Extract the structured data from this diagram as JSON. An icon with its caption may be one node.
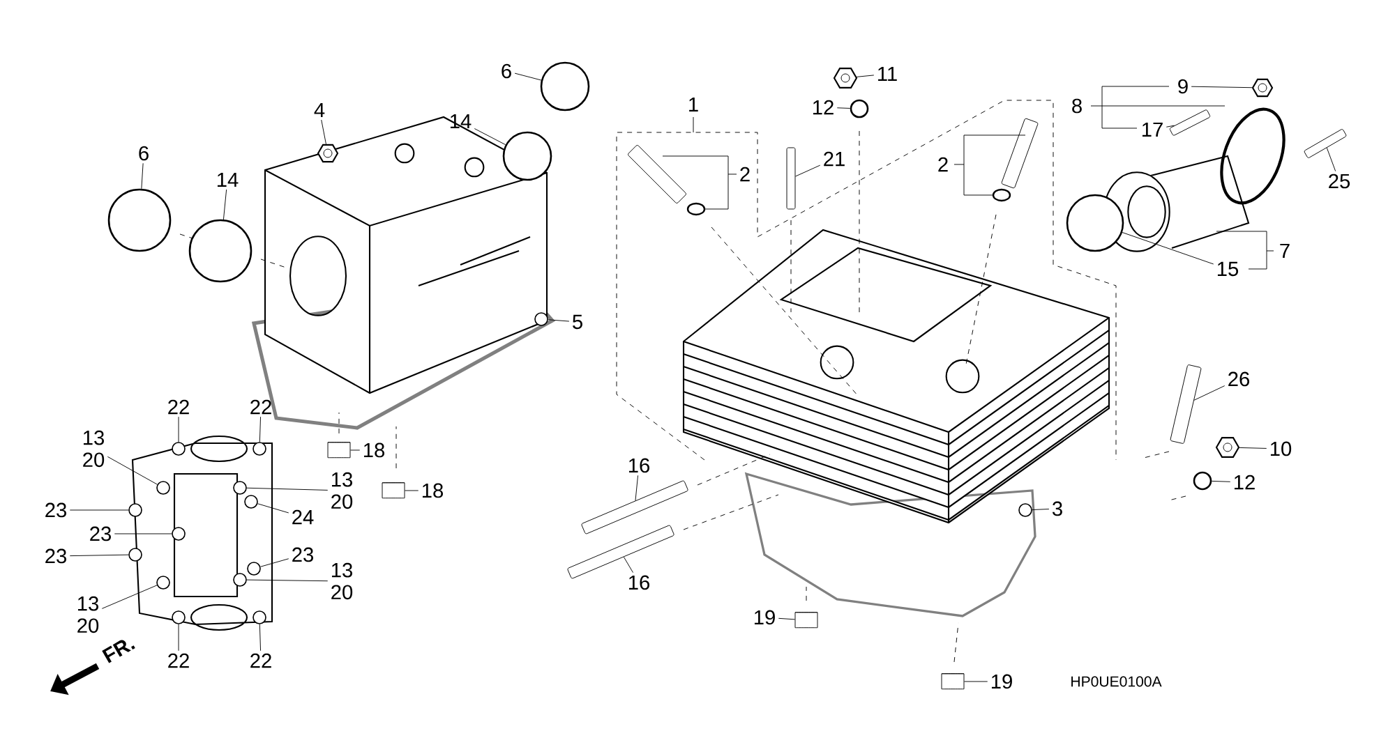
{
  "diagram": {
    "nodes": [
      {
        "text": [
          "6"
        ]
      },
      {
        "text": [
          "14"
        ]
      },
      {
        "text": [
          "4"
        ]
      },
      {
        "text": [
          "6"
        ]
      },
      {
        "text": [
          "14"
        ]
      },
      {
        "text": [
          "5"
        ]
      },
      {
        "text": [
          "18"
        ]
      },
      {
        "text": [
          "18"
        ]
      },
      {
        "text": [
          "22"
        ]
      },
      {
        "text": [
          "22"
        ]
      },
      {
        "text": [
          "13",
          "20"
        ]
      },
      {
        "text": [
          "23"
        ]
      },
      {
        "text": [
          "23"
        ]
      },
      {
        "text": [
          "23"
        ]
      },
      {
        "text": [
          "13",
          "20"
        ]
      },
      {
        "text": [
          "24"
        ]
      },
      {
        "text": [
          "23"
        ]
      },
      {
        "text": [
          "13",
          "20"
        ]
      },
      {
        "text": [
          "13",
          "20"
        ]
      },
      {
        "text": [
          "22"
        ]
      },
      {
        "text": [
          "22"
        ]
      },
      {
        "text": [
          "11"
        ]
      },
      {
        "text": [
          "12"
        ]
      },
      {
        "text": [
          "21"
        ]
      },
      {
        "text": [
          "9"
        ]
      },
      {
        "text": [
          "17"
        ]
      },
      {
        "text": [
          "25"
        ]
      },
      {
        "text": [
          "15"
        ]
      },
      {
        "text": [
          "26"
        ]
      },
      {
        "text": [
          "10"
        ]
      },
      {
        "text": [
          "12"
        ]
      },
      {
        "text": [
          "3"
        ]
      },
      {
        "text": [
          "16"
        ]
      },
      {
        "text": [
          "16"
        ]
      },
      {
        "text": [
          "19"
        ]
      },
      {
        "text": [
          "19"
        ]
      },
      {
        "text": [],
        "shape": "circle"
      },
      {
        "text": [],
        "shape": "circle"
      },
      {
        "text": [],
        "shape": "picture"
      },
      {
        "text": [],
        "shape": "circle"
      },
      {
        "text": [],
        "shape": "circle"
      },
      {
        "text": [],
        "shape": "cylinder"
      },
      {
        "text": [],
        "shape": "cylinder"
      },
      {
        "text": [],
        "shape": "picture"
      },
      {
        "text": [],
        "shape": "circle"
      },
      {
        "text": [],
        "shape": "bar"
      },
      {
        "text": [],
        "shape": "picture"
      },
      {
        "text": [],
        "shape": "bar"
      },
      {
        "text": [],
        "shape": "bar"
      },
      {
        "text": [],
        "shape": "circle"
      },
      {
        "text": [],
        "shape": "bar"
      },
      {
        "text": [],
        "shape": "picture"
      },
      {
        "text": [],
        "shape": "circle"
      },
      {
        "text": [],
        "shape": "bar"
      },
      {
        "text": [],
        "shape": "bar"
      },
      {
        "text": [],
        "shape": "cylinder"
      },
      {
        "text": [],
        "shape": "cylinder"
      },
      {
        "text": [],
        "shape": "circle"
      },
      {
        "text": [],
        "shape": "circle"
      },
      {
        "text": [],
        "shape": "circle"
      },
      {
        "text": [],
        "shape": "circle"
      },
      {
        "text": [],
        "shape": "circle"
      },
      {
        "text": [],
        "shape": "circle"
      },
      {
        "text": [],
        "shape": "circle"
      },
      {
        "text": [],
        "shape": "circle"
      },
      {
        "text": [],
        "shape": "circle"
      },
      {
        "text": [],
        "shape": "circle"
      },
      {
        "text": [],
        "shape": "circle"
      },
      {
        "text": [],
        "shape": "circle"
      },
      {
        "text": [],
        "shape": "circle"
      },
      {
        "text": [],
        "shape": "circle"
      },
      {
        "text": [],
        "shape": "circle"
      }
    ],
    "edges": [
      {
        "from": 0,
        "to": 36,
        "arrow": "none"
      },
      {
        "from": 1,
        "to": 37,
        "arrow": "none"
      },
      {
        "from": 2,
        "to": 38,
        "arrow": "none"
      },
      {
        "from": 3,
        "to": 39,
        "arrow": "none"
      },
      {
        "from": 4,
        "to": 40,
        "arrow": "none"
      },
      {
        "from": 5,
        "to": 70,
        "arrow": "none"
      },
      {
        "from": 6,
        "to": 41,
        "arrow": "none"
      },
      {
        "from": 7,
        "to": 42,
        "arrow": "none"
      },
      {
        "from": 8,
        "to": 57,
        "arrow": "none"
      },
      {
        "from": 9,
        "to": 58,
        "arrow": "none"
      },
      {
        "from": 10,
        "to": 59,
        "arrow": "none"
      },
      {
        "from": 11,
        "to": 60,
        "arrow": "none"
      },
      {
        "from": 12,
        "to": 61,
        "arrow": "none"
      },
      {
        "from": 13,
        "to": 62,
        "arrow": "none"
      },
      {
        "from": 14,
        "to": 63,
        "arrow": "none"
      },
      {
        "from": 15,
        "to": 64,
        "arrow": "none"
      },
      {
        "from": 16,
        "to": 65,
        "arrow": "none"
      },
      {
        "from": 17,
        "to": 66,
        "arrow": "none"
      },
      {
        "from": 18,
        "to": 67,
        "arrow": "none"
      },
      {
        "from": 19,
        "to": 68,
        "arrow": "none"
      },
      {
        "from": 20,
        "to": 69,
        "arrow": "none"
      },
      {
        "from": 21,
        "to": 43,
        "arrow": "none"
      },
      {
        "from": 22,
        "to": 44,
        "arrow": "none"
      },
      {
        "from": 23,
        "to": 45,
        "arrow": "none"
      },
      {
        "from": 24,
        "to": 46,
        "arrow": "none"
      },
      {
        "from": 25,
        "to": 47,
        "arrow": "none"
      },
      {
        "from": 26,
        "to": 48,
        "arrow": "none"
      },
      {
        "from": 27,
        "to": 49,
        "arrow": "none"
      },
      {
        "from": 28,
        "to": 50,
        "arrow": "none"
      },
      {
        "from": 29,
        "to": 51,
        "arrow": "none"
      },
      {
        "from": 30,
        "to": 52,
        "arrow": "none"
      },
      {
        "from": 31,
        "to": 71,
        "arrow": "none"
      },
      {
        "from": 32,
        "to": 53,
        "arrow": "none"
      },
      {
        "from": 33,
        "to": 54,
        "arrow": "none"
      },
      {
        "from": 34,
        "to": 55,
        "arrow": "none"
      },
      {
        "from": 35,
        "to": 56,
        "arrow": "none"
      }
    ],
    "labels": [
      "1",
      "2",
      "2",
      "8",
      "7",
      "FR.",
      "HP0UE0100A"
    ]
  }
}
